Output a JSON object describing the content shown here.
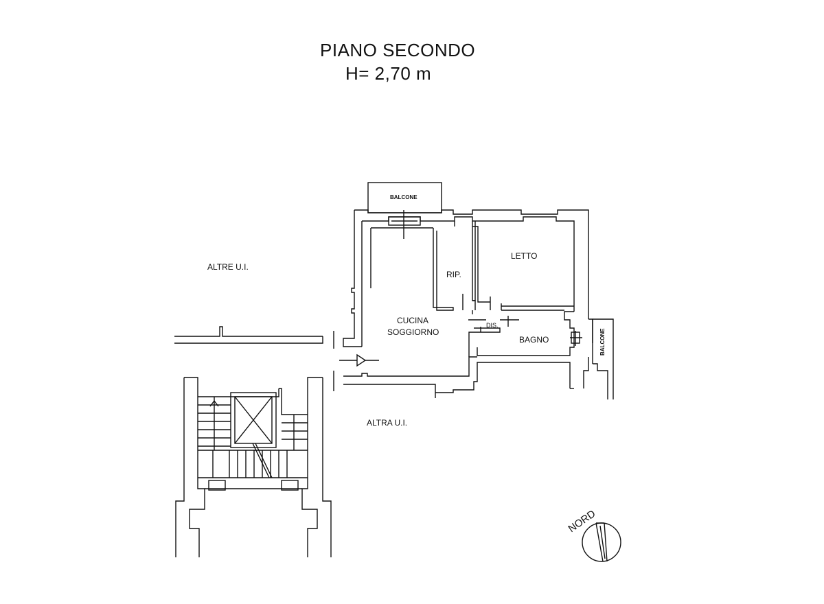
{
  "header": {
    "title": "PIANO SECONDO",
    "height": "H= 2,70 m"
  },
  "rooms": {
    "balcone_top": "BALCONE",
    "letto": "LETTO",
    "ripostiglio": "RIP.",
    "cucina": "CUCINA",
    "soggiorno": "SOGGIORNO",
    "disimpegno": "DIS.",
    "bagno": "BAGNO",
    "balcone_side": "BALCONE"
  },
  "surroundings": {
    "altre_ui": "ALTRE U.I.",
    "altra_ui": "ALTRA U.I."
  },
  "compass": {
    "label": "NORD"
  }
}
